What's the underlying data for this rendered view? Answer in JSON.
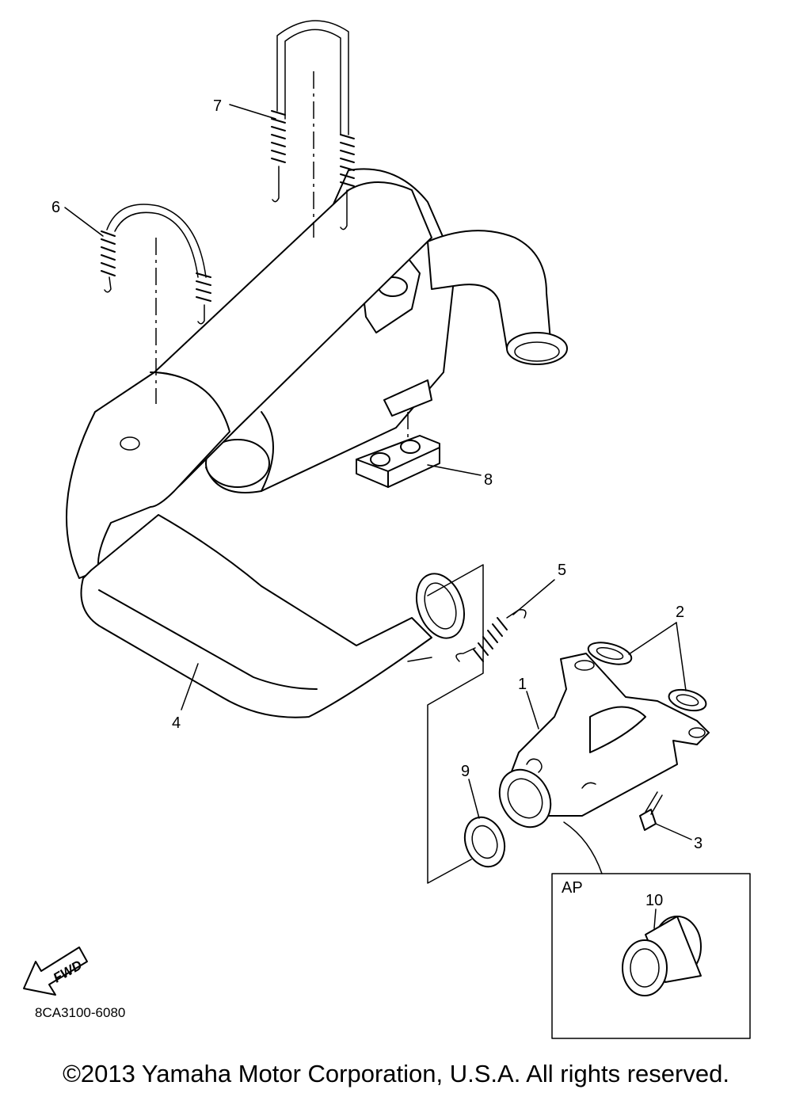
{
  "diagram": {
    "callouts": {
      "c1": "1",
      "c2": "2",
      "c3": "3",
      "c4": "4",
      "c5": "5",
      "c6": "6",
      "c7": "7",
      "c8": "8",
      "c9": "9",
      "c10": "10"
    },
    "inset_label": "AP",
    "direction_label": "FWD",
    "drawing_number": "8CA3100-6080"
  },
  "footer": {
    "copyright": "©2013 Yamaha Motor Corporation, U.S.A. All rights reserved."
  }
}
